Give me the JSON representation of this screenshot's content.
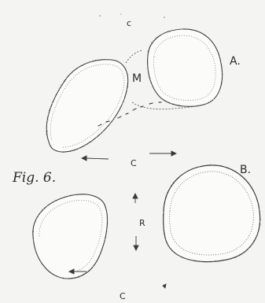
{
  "figure": {
    "caption": "Fig. 6.",
    "labels": {
      "c_top": "c",
      "a": "A.",
      "m": "M",
      "c_middle": "C",
      "b": "B.",
      "r": "R",
      "c_bottom": "C"
    }
  },
  "colors": {
    "paper": "#f4f4f2",
    "ink": "#3a3a3a",
    "fill": "#fbfbfa"
  }
}
